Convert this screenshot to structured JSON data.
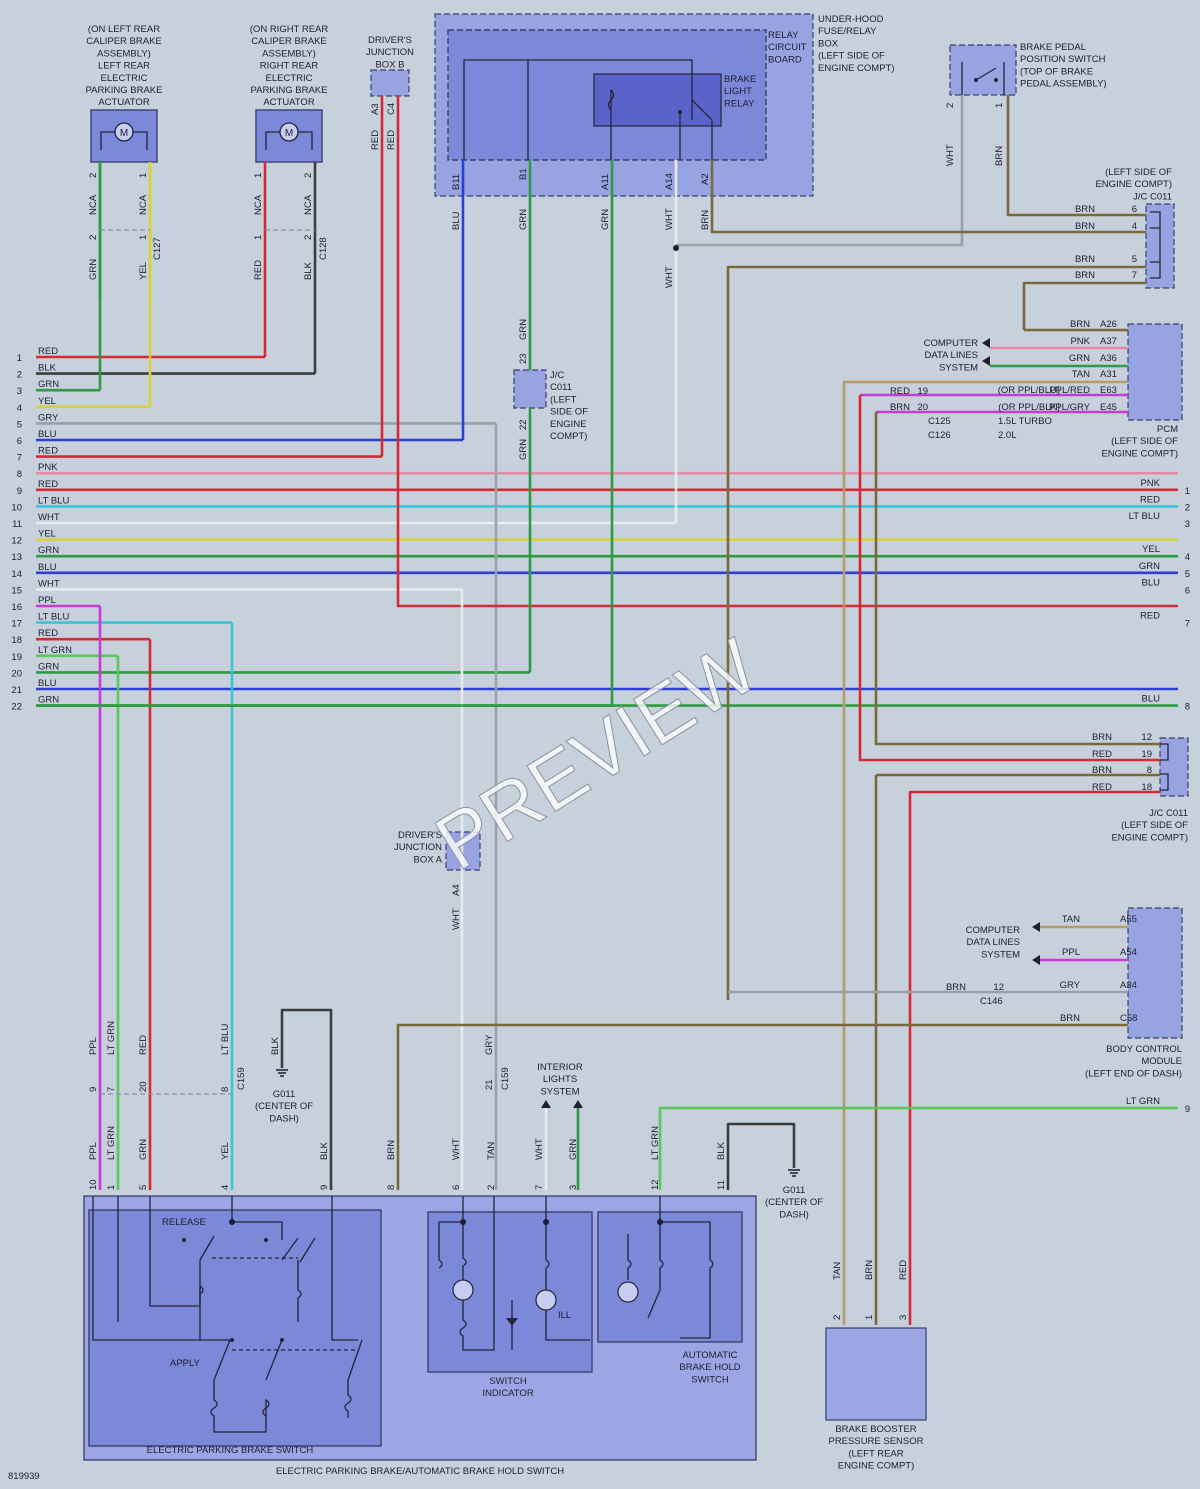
{
  "diagram_id": "819939",
  "watermark": "PREVIEW",
  "components": {
    "lr_actuator": [
      "(ON LEFT REAR",
      "CALIPER BRAKE",
      "ASSEMBLY)",
      "LEFT REAR",
      "ELECTRIC",
      "PARKING BRAKE",
      "ACTUATOR"
    ],
    "rr_actuator": [
      "(ON RIGHT REAR",
      "CALIPER BRAKE",
      "ASSEMBLY)",
      "RIGHT REAR",
      "ELECTRIC",
      "PARKING BRAKE",
      "ACTUATOR"
    ],
    "djb_b": [
      "DRIVER'S",
      "JUNCTION",
      "BOX B"
    ],
    "underhood": [
      "UNDER-HOOD",
      "FUSE/RELAY",
      "BOX",
      "(LEFT SIDE OF",
      "ENGINE COMPT)"
    ],
    "relay_board": [
      "RELAY",
      "CIRCUIT",
      "BOARD"
    ],
    "brake_relay": [
      "BRAKE",
      "LIGHT",
      "RELAY"
    ],
    "brake_pedal_switch": [
      "BRAKE PEDAL",
      "POSITION SWITCH",
      "(TOP OF BRAKE",
      "PEDAL ASSEMBLY)"
    ],
    "jc_c011_top": [
      "(LEFT SIDE OF",
      "ENGINE COMPT)",
      "J/C C011"
    ],
    "jc_c011_mid": [
      "J/C",
      "C011",
      "(LEFT",
      "SIDE OF",
      "ENGINE",
      "COMPT)"
    ],
    "jc_c011_right": [
      "J/C C011",
      "(LEFT SIDE OF",
      "ENGINE COMPT)"
    ],
    "pcm": [
      "PCM",
      "(LEFT SIDE OF",
      "ENGINE COMPT)"
    ],
    "computer_data_1": [
      "COMPUTER",
      "DATA LINES",
      "SYSTEM"
    ],
    "computer_data_2": [
      "COMPUTER",
      "DATA LINES",
      "SYSTEM"
    ],
    "bcm": [
      "BODY CONTROL",
      "MODULE",
      "(LEFT END OF DASH)"
    ],
    "djb_a": [
      "DRIVER'S",
      "JUNCTION",
      "BOX A"
    ],
    "g011_a": [
      "G011",
      "(CENTER OF",
      "DASH)"
    ],
    "g011_b": [
      "G011",
      "(CENTER OF",
      "DASH)"
    ],
    "interior_lights": [
      "INTERIOR",
      "LIGHTS",
      "SYSTEM"
    ],
    "epb_switch": "ELECTRIC PARKING BRAKE SWITCH",
    "epb_abh_switch": "ELECTRIC PARKING BRAKE/AUTOMATIC BRAKE HOLD SWITCH",
    "switch_indicator": [
      "SWITCH",
      "INDICATOR"
    ],
    "abh_switch": [
      "AUTOMATIC",
      "BRAKE HOLD",
      "SWITCH"
    ],
    "brake_booster": [
      "BRAKE BOOSTER",
      "PRESSURE SENSOR",
      "(LEFT REAR",
      "ENGINE COMPT)"
    ],
    "release": "RELEASE",
    "apply": "APPLY",
    "ill": "ILL",
    "motor": "M"
  },
  "left_harness": [
    {
      "n": "1",
      "c": "RED",
      "hex": "#d42a36"
    },
    {
      "n": "2",
      "c": "BLK",
      "hex": "#3c3c3c"
    },
    {
      "n": "3",
      "c": "GRN",
      "hex": "#2e9a42"
    },
    {
      "n": "4",
      "c": "YEL",
      "hex": "#d8d23a"
    },
    {
      "n": "5",
      "c": "GRY",
      "hex": "#9aa0a8"
    },
    {
      "n": "6",
      "c": "BLU",
      "hex": "#2c3ed4"
    },
    {
      "n": "7",
      "c": "RED",
      "hex": "#d42a36"
    },
    {
      "n": "8",
      "c": "PNK",
      "hex": "#e48aa6"
    },
    {
      "n": "9",
      "c": "RED",
      "hex": "#d42a36"
    },
    {
      "n": "10",
      "c": "LT BLU",
      "hex": "#38c6d6"
    },
    {
      "n": "11",
      "c": "WHT",
      "hex": "#e8eaee"
    },
    {
      "n": "12",
      "c": "YEL",
      "hex": "#d8d23a"
    },
    {
      "n": "13",
      "c": "GRN",
      "hex": "#2e9a42"
    },
    {
      "n": "14",
      "c": "BLU",
      "hex": "#2c3ed4"
    },
    {
      "n": "15",
      "c": "WHT",
      "hex": "#e8eaee"
    },
    {
      "n": "16",
      "c": "PPL",
      "hex": "#c83ad8"
    },
    {
      "n": "17",
      "c": "LT BLU",
      "hex": "#38c6d6"
    },
    {
      "n": "18",
      "c": "RED",
      "hex": "#d42a36"
    },
    {
      "n": "19",
      "c": "LT GRN",
      "hex": "#58c858"
    },
    {
      "n": "20",
      "c": "GRN",
      "hex": "#2e9a42"
    },
    {
      "n": "21",
      "c": "BLU",
      "hex": "#2c3ed4"
    },
    {
      "n": "22",
      "c": "GRN",
      "hex": "#2e9a42"
    }
  ],
  "right_harness": [
    {
      "n": "1",
      "c": "PNK"
    },
    {
      "n": "2",
      "c": "RED"
    },
    {
      "n": "3",
      "c": "LT BLU"
    },
    {
      "n": "4",
      "c": "YEL"
    },
    {
      "n": "5",
      "c": "GRN"
    },
    {
      "n": "6",
      "c": "BLU"
    },
    {
      "n": "7",
      "c": "RED"
    },
    {
      "n": "8",
      "c": "BLU"
    },
    {
      "n": "9",
      "c": "LT GRN"
    }
  ],
  "labels": {
    "nca": "NCA",
    "grn": "GRN",
    "yel": "YEL",
    "red": "RED",
    "blk": "BLK",
    "blu": "BLU",
    "wht": "WHT",
    "brn": "BRN",
    "pnk": "PNK",
    "tan": "TAN",
    "gry": "GRY",
    "ppl": "PPL",
    "ltgrn": "LT GRN",
    "ltblu": "LT BLU",
    "c127": "C127",
    "c128": "C128",
    "c159": "C159",
    "c146": "C146",
    "c125": "C125",
    "c126": "C126",
    "turbo": "1.5L TURBO",
    "l20": "2.0L",
    "ppl_red_alt": "(OR PPL/BLU)",
    "ppl_gry_alt": "(OR PPL/BLK)",
    "ppl_red": "PPL/RED",
    "ppl_gry": "PPL/GRY",
    "a3": "A3",
    "c4": "C4",
    "b11": "B11",
    "b1": "B1",
    "a11": "A11",
    "a14": "A14",
    "a2": "A2",
    "a26": "A26",
    "a37": "A37",
    "a36": "A36",
    "a31": "A31",
    "e63": "E63",
    "e45": "E45",
    "a55": "A55",
    "a54": "A54",
    "a34": "A34",
    "c58": "C58",
    "a4": "A4"
  },
  "colors": {
    "red": "#d42a36",
    "blk": "#3c3c3c",
    "grn": "#2e9a42",
    "yel": "#d8d23a",
    "gry": "#9aa0a8",
    "blu": "#2c3ed4",
    "pnk": "#e48aa6",
    "ltblu": "#38c6d6",
    "wht": "#e8eaee",
    "ppl": "#c83ad8",
    "ltgrn": "#58c858",
    "brn": "#7a6a3a",
    "tan": "#b89a6a"
  }
}
